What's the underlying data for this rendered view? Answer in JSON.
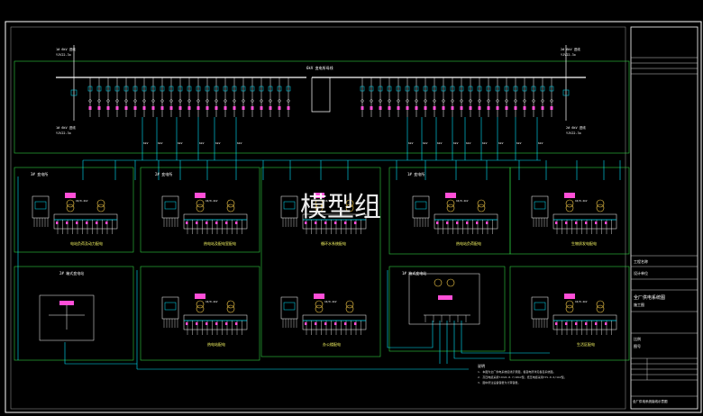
{
  "drawing": {
    "watermark": "模型组",
    "main_bus_label": "6kV 变电所母线",
    "source_left": {
      "line1": "1# 6kV 进线",
      "line2": "YJV22-3x"
    },
    "source_right": {
      "line1": "2# 6kV 进线",
      "line2": "YJV22-3x"
    },
    "bottom_left_note": {
      "line1": "1# 6kV 进线",
      "line2": "YJV22-3x"
    },
    "bottom_right_note": {
      "line1": "2# 6kV 进线",
      "line2": "YJV22-3x"
    },
    "feeder_label": "6kV",
    "unit_label": "10/0.4kV",
    "substations": [
      {
        "title": "3# 变电所",
        "caption": "电站负荷及动力配电"
      },
      {
        "title": "2# 变电所",
        "caption": "热电站及配电室配电"
      },
      {
        "title": "",
        "caption": "循环水系统配电"
      },
      {
        "title": "1# 变电所",
        "caption": "热电站负荷配电"
      },
      {
        "title": "",
        "caption": "生物质发电配电"
      },
      {
        "title": "2# 箱式变电站",
        "caption": ""
      },
      {
        "title": "",
        "caption": "热电站配电"
      },
      {
        "title": "",
        "caption": "办公楼配电"
      },
      {
        "title": "1# 箱式变电站",
        "caption": ""
      },
      {
        "title": "",
        "caption": "生活区配电"
      }
    ],
    "notes": [
      "说明",
      "1. 本图为全厂供电系统接线示意图，各变电所详见各自系统图。",
      "2. 高压电缆采用YJV22-8.7/10kV型，低压电缆采用YJV-0.6/1kV型。",
      "3. 图中所注设备容量为计算容量。"
    ]
  },
  "title_block": {
    "project": "工程名称",
    "company": "设计单位",
    "drawing_title": "全厂供电系统图",
    "stage": "施工图",
    "scale": "比例",
    "drawing_no": "图号",
    "footer": "全厂供电系统接线示意图"
  },
  "colors": {
    "background": "#000000",
    "frame": "#ffffff",
    "region_box": "#2ecc40",
    "bus": "#ffffff",
    "feeder": "#00e5ff",
    "breaker": "#00e5ff",
    "load": "#ff4fd8",
    "transformer": "#ffd24a",
    "text": "#ffffff",
    "caption": "#ffff66",
    "watermark": "#ffffff"
  }
}
